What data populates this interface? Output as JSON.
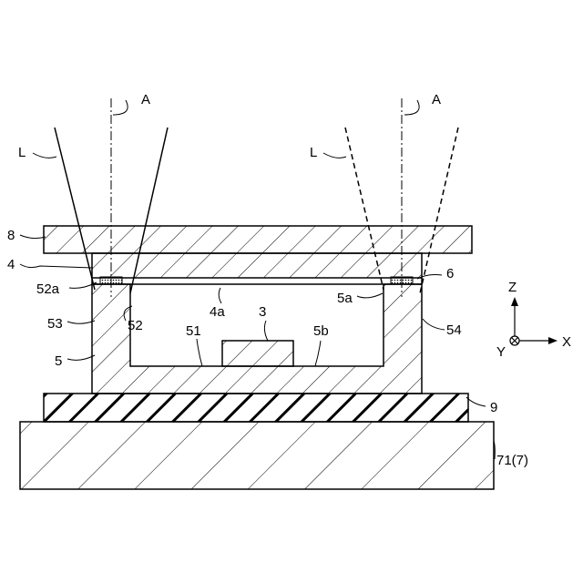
{
  "labels": {
    "A_left": "A",
    "A_right": "A",
    "L_left": "L",
    "L_right": "L",
    "ref_8": "8",
    "ref_4": "4",
    "ref_52a": "52a",
    "ref_53": "53",
    "ref_5": "5",
    "ref_4a": "4a",
    "ref_52": "52",
    "ref_51": "51",
    "ref_3": "3",
    "ref_5b": "5b",
    "ref_5a": "5a",
    "ref_6": "6",
    "ref_54": "54",
    "ref_9": "9",
    "ref_71": "71(7)"
  },
  "axes": {
    "z": "Z",
    "y": "Y",
    "x": "X"
  }
}
